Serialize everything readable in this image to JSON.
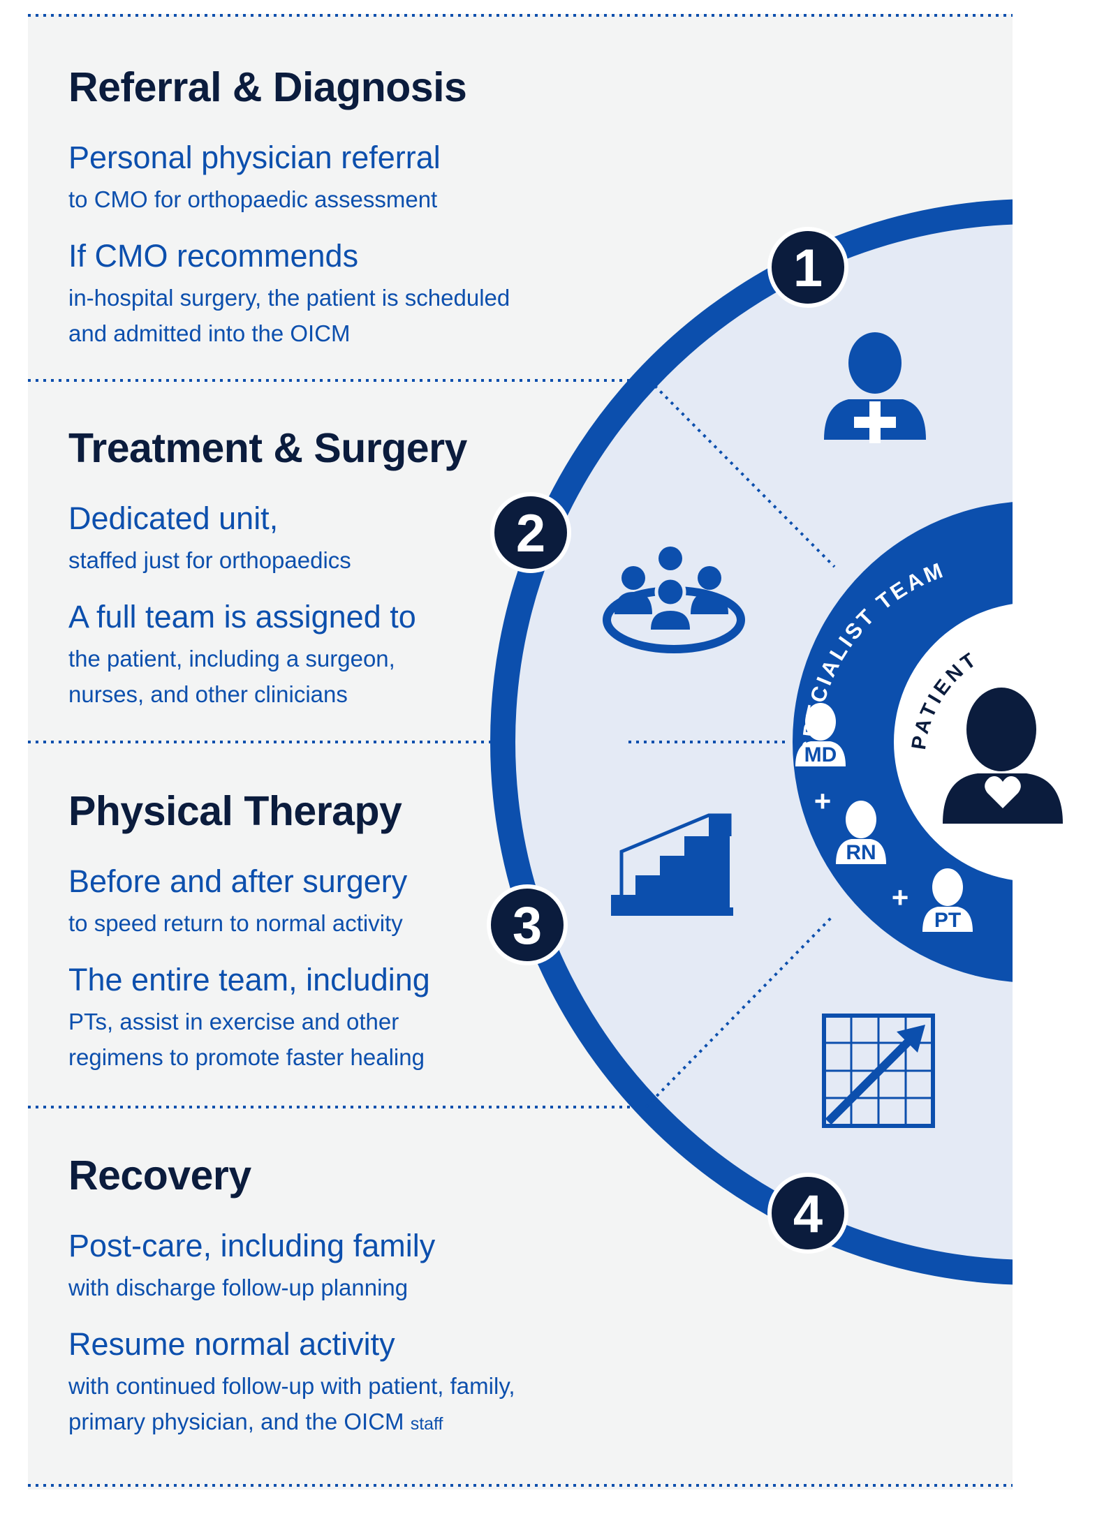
{
  "sections": [
    {
      "title": "Referral & Diagnosis",
      "entries": [
        {
          "lead": "Personal physician referral",
          "sub": [
            "to CMO for orthopaedic assessment"
          ]
        },
        {
          "lead": "If CMO recommends",
          "sub": [
            "in-hospital surgery, the patient is scheduled",
            "and admitted into the OICM"
          ]
        }
      ]
    },
    {
      "title": "Treatment & Surgery",
      "entries": [
        {
          "lead": "Dedicated unit,",
          "sub": [
            "staffed just for orthopaedics"
          ]
        },
        {
          "lead": "A full team is assigned to",
          "sub": [
            "the patient, including a surgeon,",
            "nurses, and other clinicians"
          ]
        }
      ]
    },
    {
      "title": "Physical Therapy",
      "entries": [
        {
          "lead": "Before and after surgery",
          "sub": [
            "to speed return to normal activity"
          ]
        },
        {
          "lead": "The entire team, including",
          "sub": [
            "PTs, assist in exercise and other",
            "regimens to promote faster healing"
          ]
        }
      ]
    },
    {
      "title": "Recovery",
      "entries": [
        {
          "lead": "Post-care, including family",
          "sub": [
            "with discharge follow-up planning"
          ]
        },
        {
          "lead": "Resume normal activity",
          "sub": [
            "with continued follow-up with patient, family,",
            "primary physician, and the OICM"
          ],
          "sub_small": "staff"
        }
      ]
    }
  ],
  "steps": [
    "1",
    "2",
    "3",
    "4"
  ],
  "ring": {
    "specialist_label": "SPECIALIST TEAM",
    "patient_label": "PATIENT",
    "team": [
      {
        "badge": "MD"
      },
      {
        "badge": "RN"
      },
      {
        "badge": "PT"
      }
    ],
    "plus": "+"
  },
  "icons": [
    "doctor-plus-icon",
    "group-meeting-icon",
    "stairs-icon",
    "growth-chart-icon",
    "patient-heart-icon"
  ],
  "colors": {
    "navy": "#0b1c3d",
    "blue": "#0c4fad",
    "ring_fill": "#e4eaf5",
    "panel": "#f3f4f4"
  }
}
